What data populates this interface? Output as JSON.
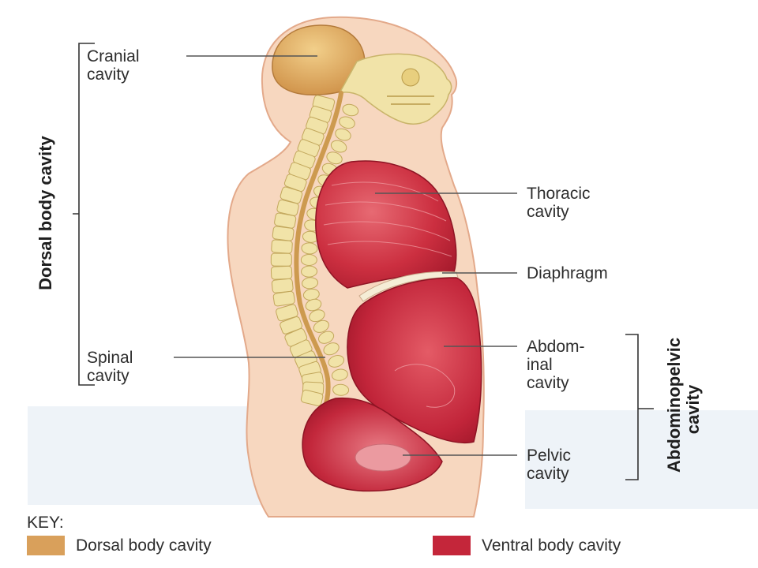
{
  "labels": {
    "cranial": [
      "Cranial",
      "cavity"
    ],
    "spinal": [
      "Spinal",
      "cavity"
    ],
    "thoracic": [
      "Thoracic",
      "cavity"
    ],
    "diaphragm": [
      "Diaphragm"
    ],
    "abdominal": [
      "Abdom-",
      "inal",
      "cavity"
    ],
    "pelvic": [
      "Pelvic",
      "cavity"
    ]
  },
  "brackets": {
    "dorsal": "Dorsal body cavity",
    "abdominopelvic": [
      "Abdominopelvic",
      "cavity"
    ]
  },
  "key": {
    "title": "KEY:",
    "items": [
      {
        "label": "Dorsal body cavity",
        "color": "#d9a05b"
      },
      {
        "label": "Ventral body cavity",
        "color": "#c4263a"
      }
    ]
  },
  "colors": {
    "skin": "#f7d7bf",
    "skin_outline": "#e3a98a",
    "bone": "#f1e3a8",
    "dorsal": "#d9a05b",
    "ventral": "#c4263a",
    "ventral_light": "#e0606c",
    "leader": "#555555"
  }
}
